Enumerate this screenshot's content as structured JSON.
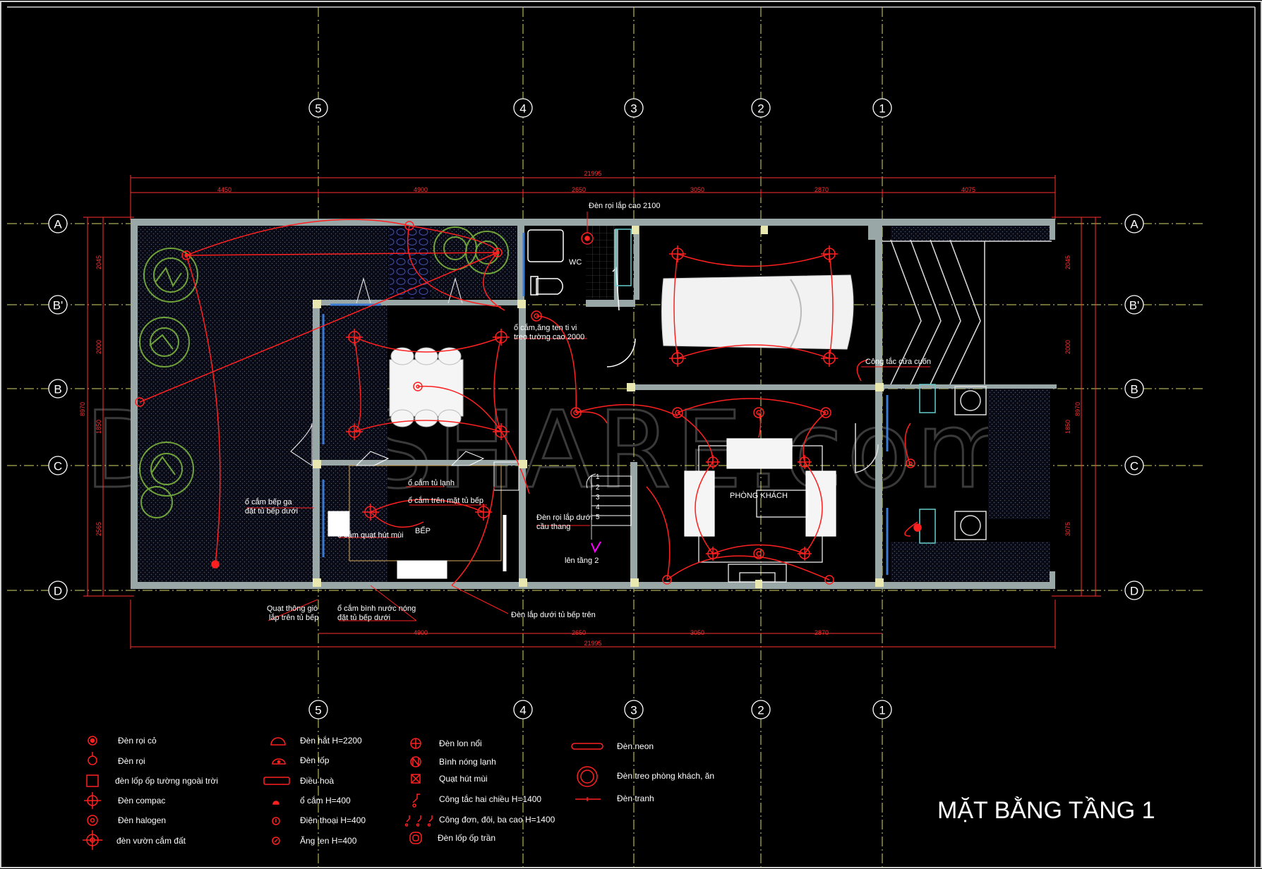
{
  "drawing": {
    "title": "MẶT BẰNG TẦNG 1",
    "watermark": "DWGSHARE.com",
    "background_color": "#000000",
    "wire_color": "#ff2020",
    "wall_color": "#9aa7a7",
    "vegetation_color": "#6fa33a"
  },
  "grid": {
    "columns": [
      "5",
      "4",
      "3",
      "2",
      "1"
    ],
    "rows": [
      "A",
      "B'",
      "B",
      "C",
      "D"
    ]
  },
  "dimensions": {
    "top_total": "21995",
    "top_segments": [
      "4450",
      "4900",
      "2650",
      "3050",
      "2870",
      "4075"
    ],
    "bottom_total": "21995",
    "bottom_segments": [
      "4900",
      "2650",
      "3050",
      "2870"
    ],
    "left_total": "8970",
    "left_segments": [
      "2045",
      "2000",
      "1850",
      "2565"
    ],
    "right_total": "8970",
    "right_segments": [
      "2045",
      "2000",
      "1850",
      "3075"
    ]
  },
  "rooms": {
    "wc": "WC",
    "living": "PHÒNG KHÁCH",
    "kitchen": "BẾP",
    "stair_up": "lên tầng 2",
    "stair_steps": [
      "1",
      "2",
      "3",
      "4",
      "5"
    ]
  },
  "annotations": {
    "den_roi_2100": "Đèn rọi lắp cao 2100",
    "o_cam_ang_ten_1": "ổ cắm,ăng ten ti vi",
    "o_cam_ang_ten_2": "treo tường cao 2000",
    "cong_tac_cua_cuon": "Công tắc cửa cuốn",
    "o_cam_tu_lanh": "ổ cắm  tủ lạnh",
    "o_cam_mat_tu_bep": "ổ cắm trên mặt tủ bếp",
    "o_cam_bep_ga_1": "ổ cắm bếp ga",
    "o_cam_bep_ga_2": "đặt  tủ bếp dưới",
    "o_cam_quat_hut": "ổ cắm quạt hút mùi",
    "den_roi_cau_thang_1": "Đèn rọi lắp dưới",
    "den_roi_cau_thang_2": "cầu thang",
    "quat_thong_gio_1": "Quạt thông gió",
    "quat_thong_gio_2": "lắp trên tủ bếp",
    "binh_nong_1": "ổ cắm  bình nước nóng",
    "binh_nong_2": "đặt tủ bếp dưới",
    "den_duoi_tu_bep": "Đèn lắp dưới tủ bếp trên"
  },
  "legend": {
    "col1": [
      "Đèn rọi cỏ",
      "Đèn rọi",
      "đèn lốp ốp tường ngoài trời",
      "Đèn compac",
      "Đèn halogen",
      "đèn vườn cắm đất"
    ],
    "col2": [
      "Đèn hắt H=2200",
      "Đèn lốp",
      "Điều hoà",
      "ổ cắm H=400",
      "Điện thoại H=400",
      "Ăng ten H=400"
    ],
    "col3": [
      "Đèn lon nổi",
      "Bình nóng lạnh",
      "Quạt hút mùi",
      "Công tắc hai chiều H=1400",
      "Công đơn, đôi, ba cao H=1400",
      "Đèn lốp ốp trần"
    ],
    "col4": [
      "Đèn neon",
      "Đèn treo phòng khách, ăn",
      "Đèn tranh"
    ]
  }
}
